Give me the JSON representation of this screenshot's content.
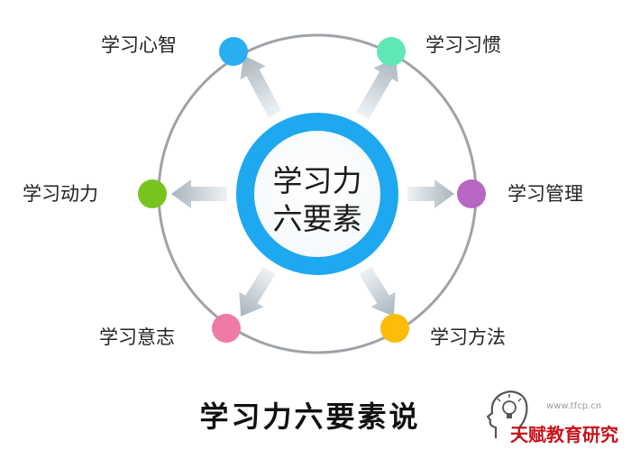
{
  "center": {
    "line1": "学习力",
    "line2": "六要素"
  },
  "nodes": [
    {
      "label": "学习心智",
      "color": "#29aef2"
    },
    {
      "label": "学习习惯",
      "color": "#5fe8b6"
    },
    {
      "label": "学习动力",
      "color": "#78c41f"
    },
    {
      "label": "学习管理",
      "color": "#b866c4"
    },
    {
      "label": "学习意志",
      "color": "#ef7aa8"
    },
    {
      "label": "学习方法",
      "color": "#fbbc0a"
    }
  ],
  "colors": {
    "ring": "#9ea3a8",
    "center_ring": "#1ea8f0",
    "arrow": "#a9b4bd",
    "brand": "#c8131a"
  },
  "caption": "学习力六要素说",
  "brand": {
    "url": "www.tfcp.cn",
    "name": "天赋教育研究",
    "logo": "head-lightbulb-icon"
  }
}
